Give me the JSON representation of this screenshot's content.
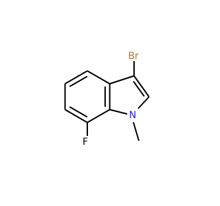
{
  "molecule": {
    "atoms": [
      {
        "id": "br",
        "label": "Br",
        "color": "#b8762e"
      },
      {
        "id": "n",
        "label": "N",
        "color": "#1f1fd6"
      },
      {
        "id": "f",
        "label": "F",
        "color": "#000000"
      }
    ],
    "colors": {
      "bond": "#000000",
      "bromine": "#b8762e",
      "nitrogen": "#1f1fd6",
      "fluorine": "#000000"
    }
  }
}
